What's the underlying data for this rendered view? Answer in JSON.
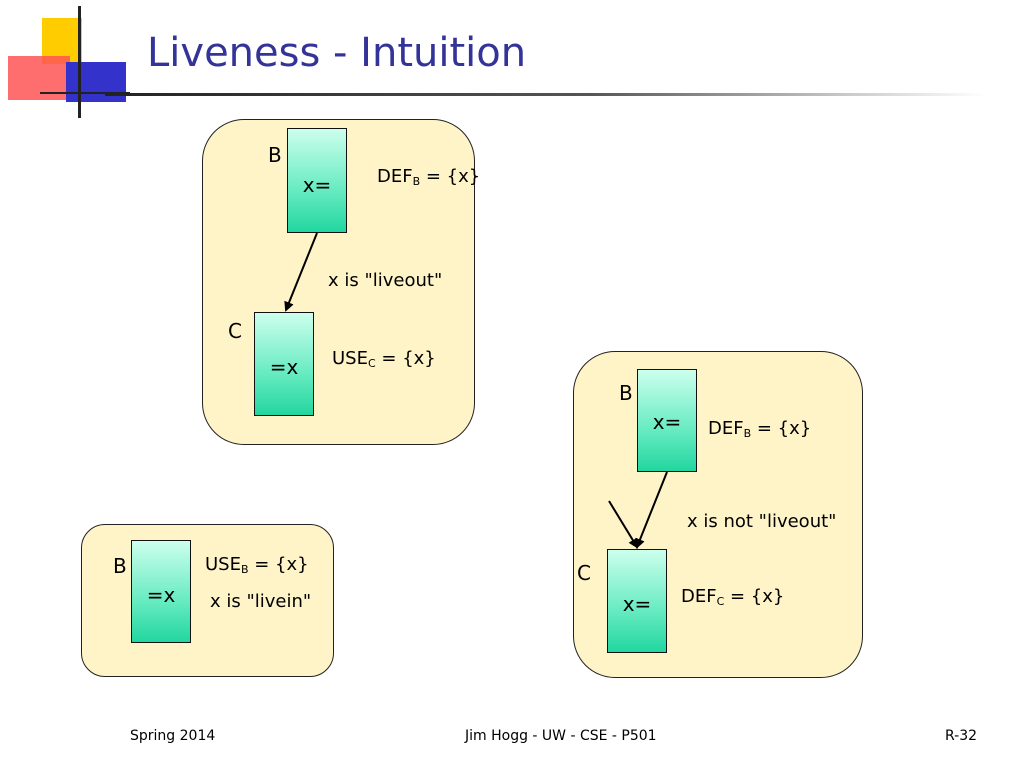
{
  "slide": {
    "title": "Liveness - Intuition",
    "footer_left": "Spring 2014",
    "footer_center": "Jim Hogg - UW - CSE - P501",
    "footer_right": "R-32"
  },
  "panel1": {
    "block_b": {
      "label": "B",
      "code": "x="
    },
    "def": {
      "name": "DEF",
      "sub": "B",
      "rest": " = {x}"
    },
    "note": "x is \"liveout\"",
    "block_c": {
      "label": "C",
      "code": "=x"
    },
    "use": {
      "name": "USE",
      "sub": "C",
      "rest": " = {x}"
    }
  },
  "panel2": {
    "block_b": {
      "label": "B",
      "code": "=x"
    },
    "use": {
      "name": "USE",
      "sub": "B",
      "rest": " = {x}"
    },
    "note": "x is \"livein\""
  },
  "panel3": {
    "block_b": {
      "label": "B",
      "code": "x="
    },
    "def_b": {
      "name": "DEF",
      "sub": "B",
      "rest": " = {x}"
    },
    "note": "x is not \"liveout\"",
    "block_c": {
      "label": "C",
      "code": "x="
    },
    "def_c": {
      "name": "DEF",
      "sub": "C",
      "rest": " = {x}"
    }
  },
  "colors": {
    "title": "#333399",
    "panel": "#fff3c8",
    "block_top": "#ccffee",
    "block_bottom": "#22d6a0"
  }
}
